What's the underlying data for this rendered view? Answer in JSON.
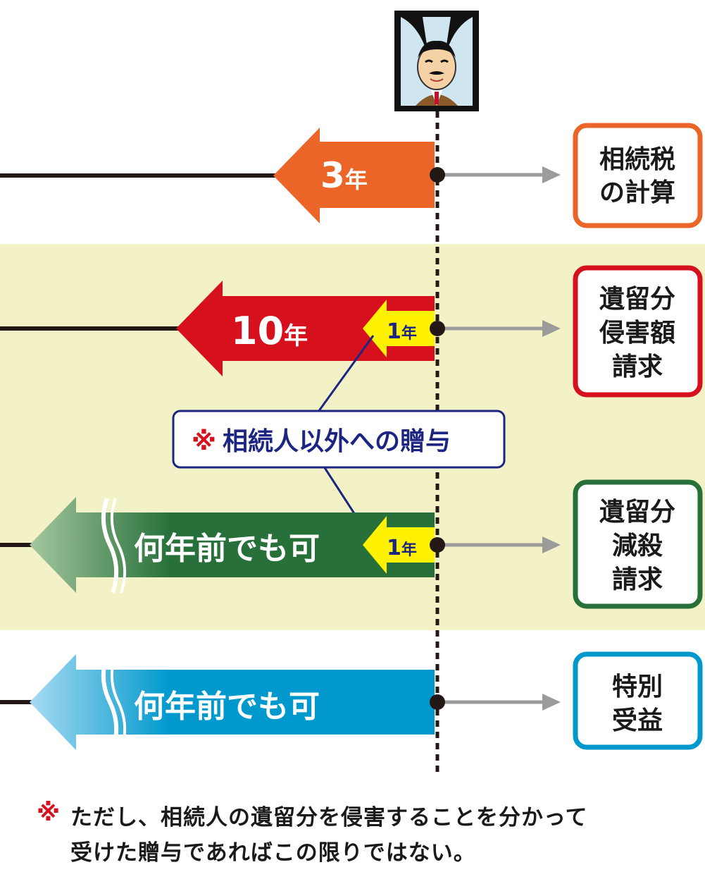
{
  "colors": {
    "orange": "#ec6528",
    "red": "#d7101d",
    "green": "#27703a",
    "blue": "#0098cd",
    "yellow": "#fff200",
    "navy": "#1d2583",
    "band": "#f3f2c7",
    "timeline": "#231815",
    "gray_arrow": "#9b9b9b"
  },
  "rows": [
    {
      "id": "tax",
      "arrow_text": "3",
      "arrow_unit": "年",
      "box_lines": [
        "相続税",
        "の計算"
      ],
      "color": "#ec6528"
    },
    {
      "id": "claim",
      "arrow_text": "10",
      "arrow_unit": "年",
      "inner_text": "1",
      "inner_unit": "年",
      "box_lines": [
        "遺留分",
        "侵害額",
        "請求"
      ],
      "color": "#d7101d"
    },
    {
      "id": "reduction",
      "arrow_text": "何年前でも可",
      "inner_text": "1",
      "inner_unit": "年",
      "box_lines": [
        "遺留分",
        "減殺",
        "請求"
      ],
      "color": "#27703a"
    },
    {
      "id": "special",
      "arrow_text": "何年前でも可",
      "box_lines": [
        "特別",
        "受益"
      ],
      "color": "#0098cd"
    }
  ],
  "callout": {
    "mark": "※",
    "text": "相続人以外への贈与"
  },
  "note": {
    "mark": "※",
    "line1": "ただし、相続人の遺留分を侵害することを分かって",
    "line2": "受けた贈与であればこの限りではない。"
  },
  "icons": {
    "portrait": "deceased-portrait-icon"
  }
}
